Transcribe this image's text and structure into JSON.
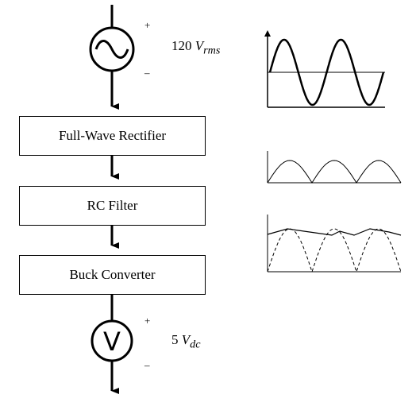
{
  "source": {
    "icon": "ac-source-icon",
    "plus": "+",
    "minus": "–",
    "label_value": "120",
    "label_symbol": "V",
    "label_sub": "rms"
  },
  "blocks": [
    {
      "id": "rectifier",
      "label": "Full-Wave Rectifier"
    },
    {
      "id": "rc-filter",
      "label": "RC Filter"
    },
    {
      "id": "buck",
      "label": "Buck Converter"
    }
  ],
  "output": {
    "icon": "voltmeter-icon",
    "glyph": "V",
    "plus": "+",
    "minus": "–",
    "label_value": "5",
    "label_symbol": "V",
    "label_sub": "dc"
  },
  "waveforms": [
    {
      "name": "ac-sine",
      "shape": "sine"
    },
    {
      "name": "rectified",
      "shape": "full-wave rectified"
    },
    {
      "name": "filtered",
      "shape": "rc filtered ripple"
    }
  ]
}
